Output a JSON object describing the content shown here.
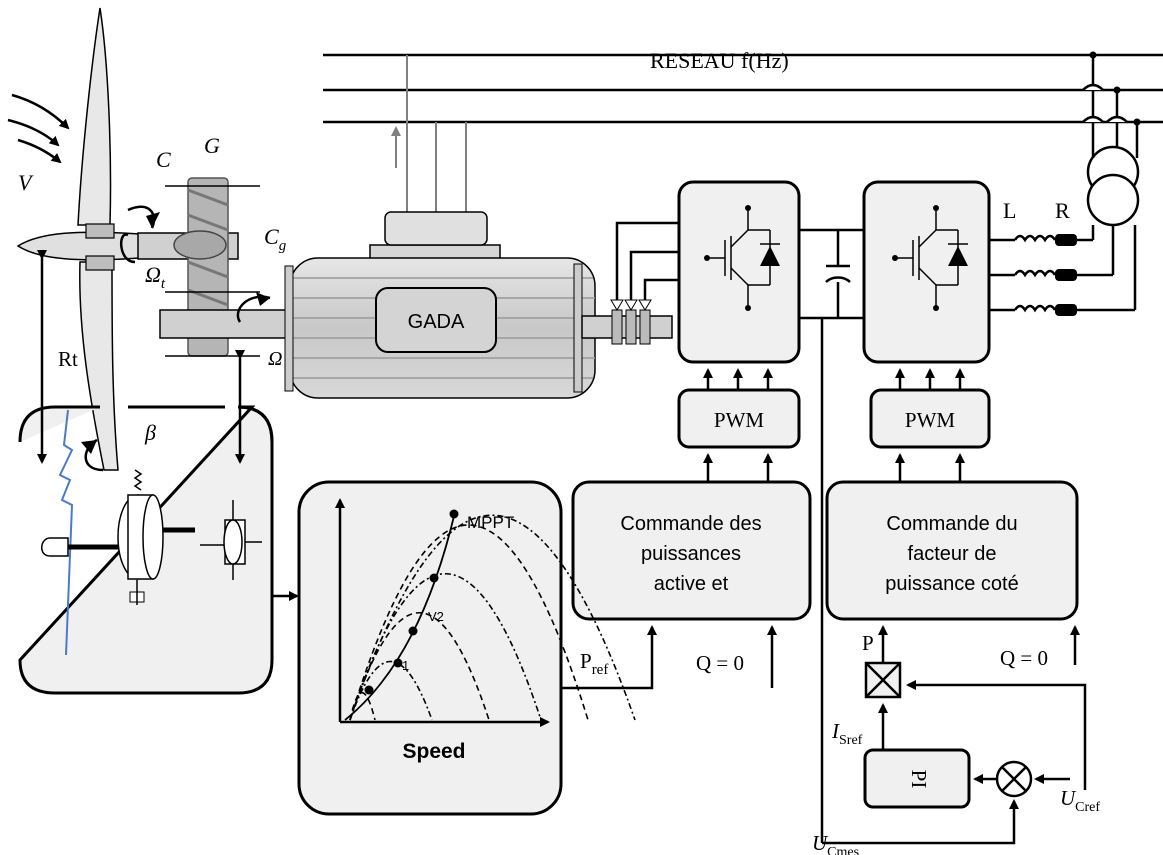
{
  "grid": {
    "label": "RESEAU   f(Hz)"
  },
  "turbine": {
    "wind_label": "V",
    "radius_label": "Rt",
    "pitch_label": "β",
    "torque_label": "C",
    "gearbox_label": "G",
    "turbine_speed_label": "Ω",
    "turbine_speed_sub": "t",
    "gen_torque_label": "C",
    "gen_torque_sub": "g",
    "gen_speed_label": "Ω"
  },
  "generator": {
    "label": "GADA"
  },
  "filter": {
    "inductor_label": "L",
    "resistor_label": "R"
  },
  "pwm": {
    "rotor_label": "PWM",
    "grid_label": "PWM"
  },
  "control": {
    "rotor_lines": [
      "Commande des",
      "puissances",
      "active et"
    ],
    "grid_lines": [
      "Commande du",
      "facteur de",
      "puissance coté"
    ]
  },
  "mppt": {
    "curve_label": "MPPT",
    "v2_label": "V2",
    "v1_label": "1",
    "xlabel": "Speed"
  },
  "signals": {
    "pref": "P",
    "pref_sub": "ref",
    "q_rotor": "Q = 0",
    "q_grid": "Q = 0",
    "p_label": "P",
    "isref": "I",
    "isref_sub": "Sref",
    "pi": "PI",
    "ucref": "U",
    "ucref_sub": "Cref",
    "ucmes": "U",
    "ucmes_sub": "Cmes"
  },
  "colors": {
    "blade": "#e8e8e8",
    "box_fill": "#f0f0f0",
    "pitch_line": "#4a7ac9",
    "arrow_grey": "#808080"
  }
}
